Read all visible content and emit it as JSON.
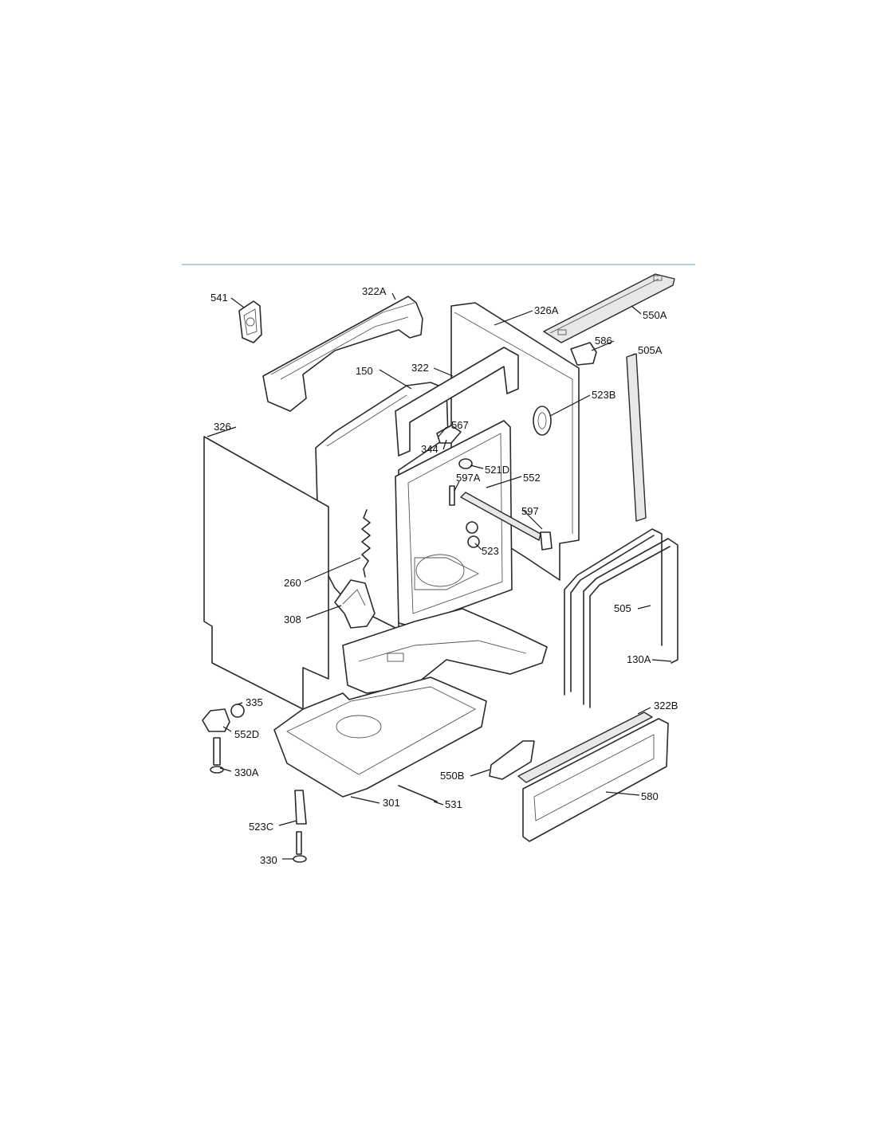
{
  "labels": {
    "l541": "541",
    "l322a": "322A",
    "l326a": "326A",
    "l550a": "550A",
    "l586": "586",
    "l505a": "505A",
    "l150": "150",
    "l322": "322",
    "l523b": "523B",
    "l326": "326",
    "l567": "567",
    "l344": "344",
    "l521d": "521D",
    "l597a": "597A",
    "l552": "552",
    "l597": "597",
    "l523": "523",
    "l260": "260",
    "l308": "308",
    "l505": "505",
    "l130a": "130A",
    "l335": "335",
    "l552d": "552D",
    "l330a": "330A",
    "l322b": "322B",
    "l550b": "550B",
    "l580": "580",
    "l301": "301",
    "l531": "531",
    "l523c": "523C",
    "l330": "330"
  }
}
